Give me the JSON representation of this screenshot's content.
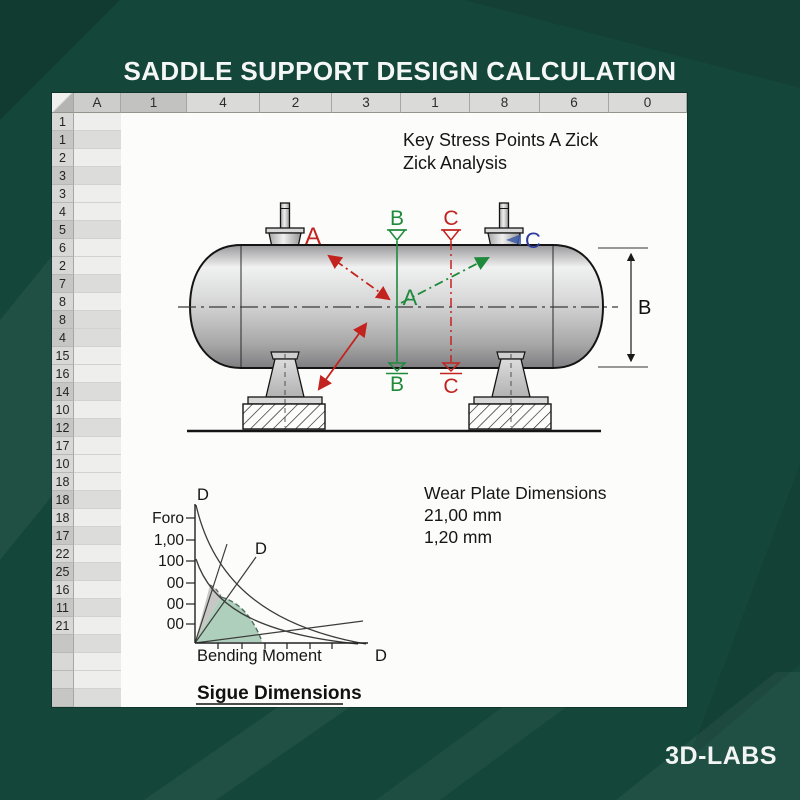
{
  "page": {
    "title": "SADDLE SUPPORT DESIGN CALCULATION",
    "brand": "3D-LABS"
  },
  "colors": {
    "background_green": "#15463a",
    "annotation_red": "#c3231f",
    "annotation_green": "#1f8a3c",
    "annotation_blue": "#2b3a9c",
    "chart_green_fill": "#aecfbb",
    "chart_gray_fill": "#c7c7c5"
  },
  "spreadsheet": {
    "columns": [
      {
        "label": "A",
        "shade": "mid"
      },
      {
        "label": "1",
        "shade": "dark"
      },
      {
        "label": "4",
        "shade": "light"
      },
      {
        "label": "2",
        "shade": "light"
      },
      {
        "label": "3",
        "shade": "light"
      },
      {
        "label": "1",
        "shade": "light"
      },
      {
        "label": "8",
        "shade": "light"
      },
      {
        "label": "6",
        "shade": "light"
      },
      {
        "label": "0",
        "shade": "light"
      }
    ],
    "row_headers": [
      {
        "n": "1",
        "shade": "light"
      },
      {
        "n": "1",
        "shade": "dark"
      },
      {
        "n": "2",
        "shade": "light"
      },
      {
        "n": "3",
        "shade": "dark"
      },
      {
        "n": "3",
        "shade": "light"
      },
      {
        "n": "4",
        "shade": "light"
      },
      {
        "n": "5",
        "shade": "dark"
      },
      {
        "n": "6",
        "shade": "light"
      },
      {
        "n": "2",
        "shade": "light"
      },
      {
        "n": "7",
        "shade": "dark"
      },
      {
        "n": "8",
        "shade": "light"
      },
      {
        "n": "8",
        "shade": "dark"
      },
      {
        "n": "4",
        "shade": "dark"
      },
      {
        "n": "15",
        "shade": "light"
      },
      {
        "n": "16",
        "shade": "light"
      },
      {
        "n": "14",
        "shade": "dark"
      },
      {
        "n": "10",
        "shade": "light"
      },
      {
        "n": "12",
        "shade": "dark"
      },
      {
        "n": "17",
        "shade": "light"
      },
      {
        "n": "10",
        "shade": "light"
      },
      {
        "n": "18",
        "shade": "light"
      },
      {
        "n": "18",
        "shade": "dark"
      },
      {
        "n": "18",
        "shade": "light"
      },
      {
        "n": "17",
        "shade": "dark"
      },
      {
        "n": "22",
        "shade": "light"
      },
      {
        "n": "25",
        "shade": "dark"
      },
      {
        "n": "16",
        "shade": "light"
      },
      {
        "n": "11",
        "shade": "dark"
      },
      {
        "n": "21",
        "shade": "light"
      },
      {
        "n": "",
        "shade": "dark"
      },
      {
        "n": "",
        "shade": "light"
      },
      {
        "n": "",
        "shade": "light"
      },
      {
        "n": "",
        "shade": "dark"
      }
    ]
  },
  "notes": {
    "key_stress_line1": "Key Stress Points A Zick",
    "key_stress_line2": "Zick Analysis",
    "wear_plate_title": "Wear Plate Dimensions",
    "wear_plate_value1": "21,00 mm",
    "wear_plate_value2": "1,20 mm"
  },
  "diagram": {
    "label_a_red": "A",
    "label_a_green": "A",
    "label_b_top": "B",
    "label_b_bottom": "B",
    "label_c_top": "C",
    "label_c_bottom": "C",
    "label_c_blue": "C",
    "label_dim_b": "B"
  },
  "chart": {
    "d_top": "D",
    "d_mid": "D",
    "d_right": "D",
    "xlabel": "Bending Moment",
    "caption": "Sigue Dimensions",
    "y_ticks": [
      "Foro",
      "1,00",
      "100",
      "00",
      "00",
      "00"
    ]
  },
  "chart_data": {
    "type": "line",
    "title": "Sigue Dimensions",
    "xlabel": "Bending Moment",
    "ylabel": "",
    "y_tick_labels": [
      "Foro",
      "1,00",
      "100",
      "00",
      "00",
      "00"
    ],
    "x_tick_labels": [
      "",
      "",
      "",
      "",
      "",
      ""
    ],
    "curve_labels": [
      "D",
      "D",
      "D"
    ],
    "grid": false,
    "legend": false,
    "series": [
      {
        "name": "D outer curve",
        "shape": "concave falling curve from top of y-axis to right end of x-axis"
      },
      {
        "name": "D inner curve",
        "shape": "concave falling curve from mid y-axis to right end of x-axis"
      },
      {
        "name": "steep fan line",
        "shape": "straight line from origin, steep slope"
      },
      {
        "name": "fan line toward mid D",
        "shape": "straight line from origin toward middle D label"
      },
      {
        "name": "shallow line",
        "shape": "straight line from origin, shallow slope"
      }
    ],
    "shaded_regions": [
      {
        "name": "green sector at origin",
        "color": "#aecfbb",
        "border": "dashed"
      },
      {
        "name": "gray wedge at origin",
        "color": "#c7c7c5",
        "border": "dashed"
      }
    ]
  }
}
